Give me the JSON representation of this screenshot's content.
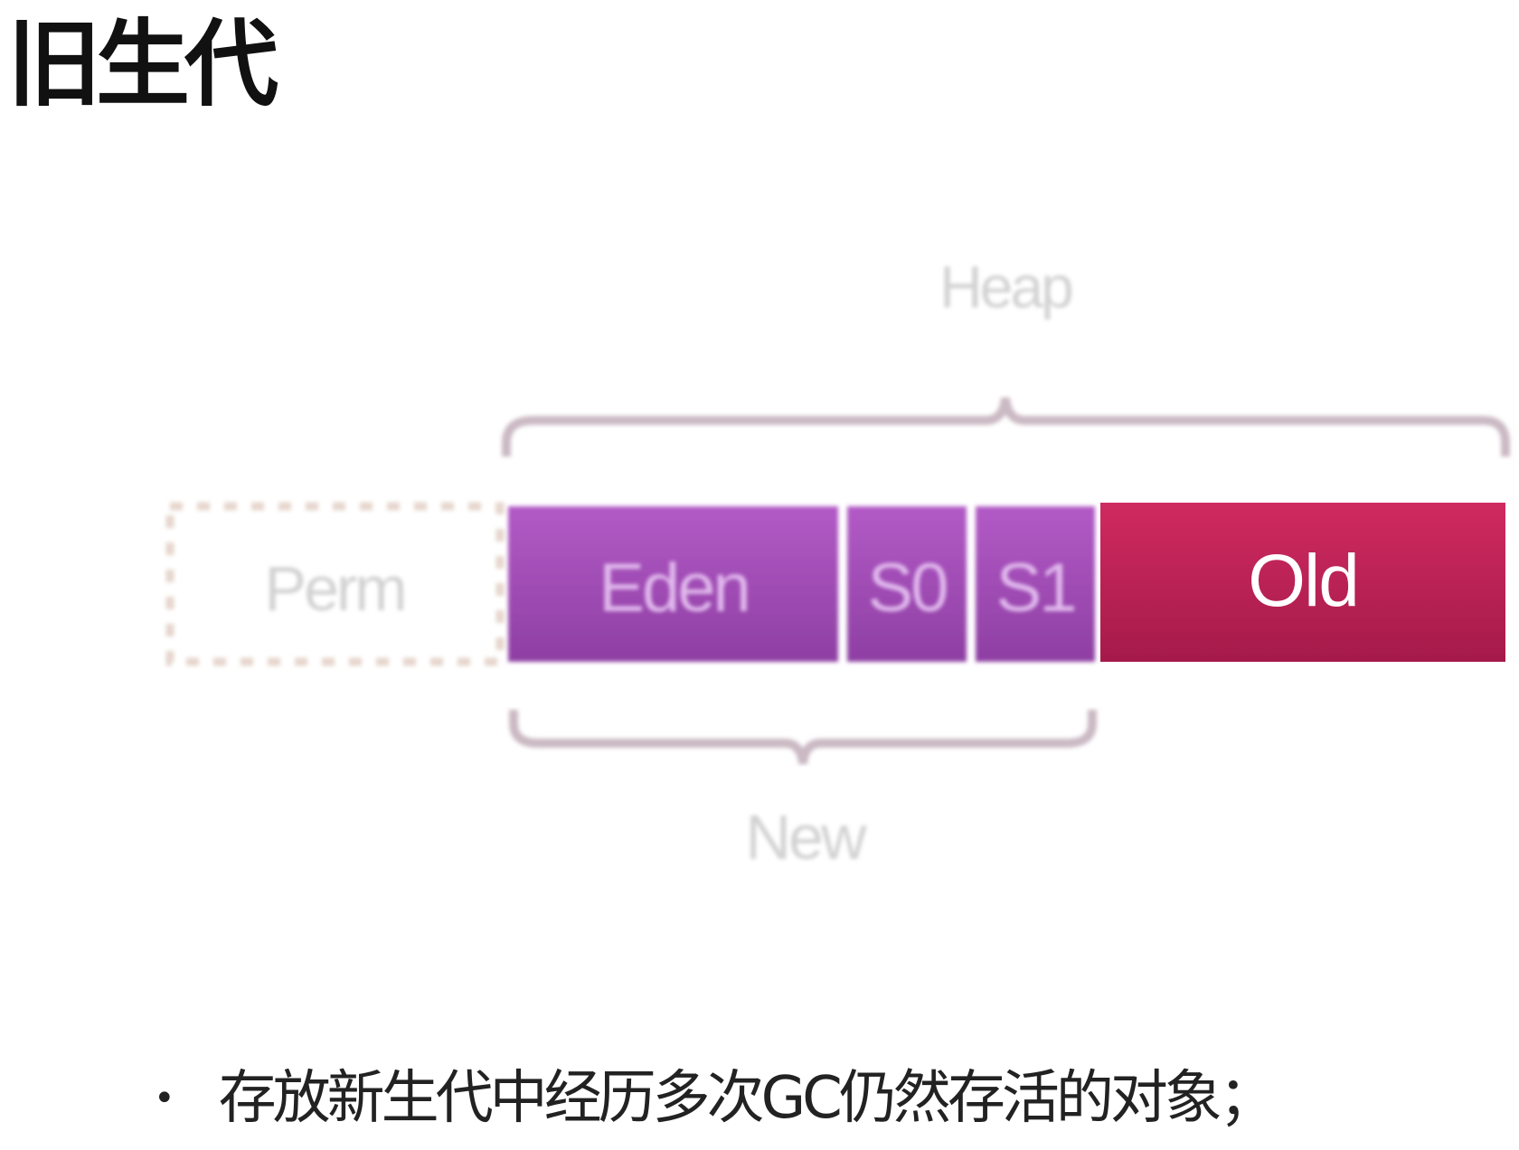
{
  "title": "旧生代",
  "diagram": {
    "labels": {
      "heap": "Heap",
      "new": "New",
      "perm": "Perm",
      "eden": "Eden",
      "s0": "S0",
      "s1": "S1",
      "old": "Old"
    },
    "colors": {
      "young": "#a64fbb",
      "old": "#c4245a",
      "bracket": "#c9b8c2",
      "perm_border": "#e7d5cc"
    }
  },
  "bullets": [
    {
      "icon": "bullet-dot-icon",
      "text": "存放新生代中经历多次GC仍然存活的对象；"
    }
  ]
}
